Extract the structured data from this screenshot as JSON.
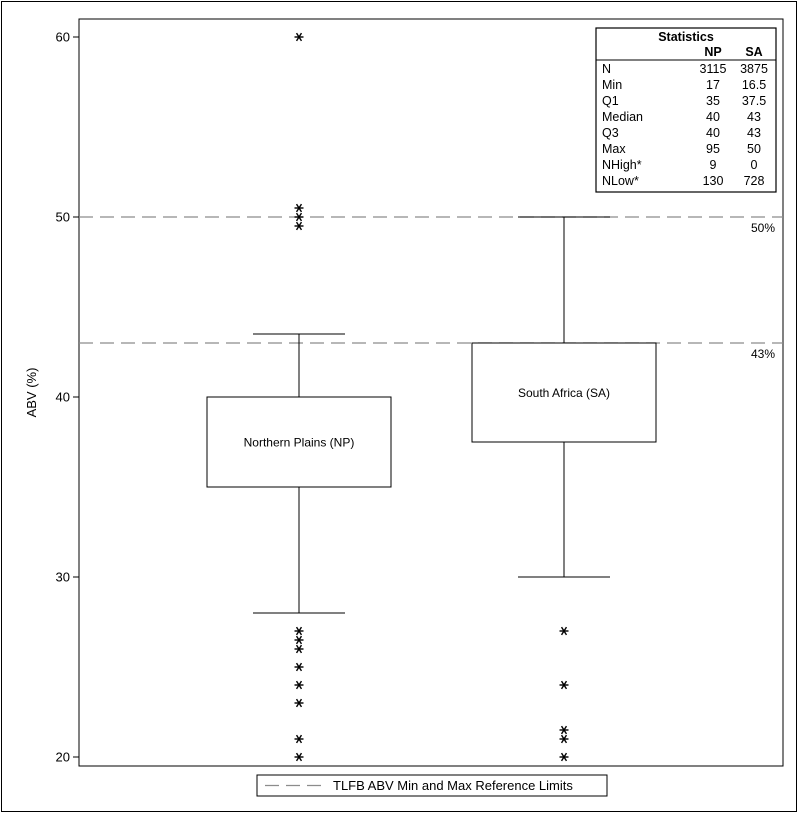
{
  "chart_data": {
    "type": "box",
    "ylabel": "ABV (%)",
    "ylim": [
      19.5,
      61
    ],
    "yticks": [
      20,
      30,
      40,
      50,
      60
    ],
    "grid": false,
    "legend": {
      "placement": "bottom-center",
      "label": "TLFB ABV Min and Max Reference Limits"
    },
    "reference_lines": [
      {
        "value": 50,
        "label": "50%"
      },
      {
        "value": 43,
        "label": "43%"
      }
    ],
    "series": [
      {
        "name": "Northern Plains (NP)",
        "whisker_low": 28,
        "q1": 35,
        "median": 40,
        "q3": 40,
        "whisker_high": 43.5,
        "outliers": [
          60,
          50.5,
          50,
          49.5,
          27,
          26.5,
          26,
          25,
          24,
          23,
          21,
          20
        ]
      },
      {
        "name": "South Africa (SA)",
        "whisker_low": 30,
        "q1": 37.5,
        "median": 43,
        "q3": 43,
        "whisker_high": 50,
        "outliers": [
          27,
          24,
          21.5,
          21,
          20
        ]
      }
    ],
    "stats_table": {
      "title": "Statistics",
      "columns": [
        "",
        "NP",
        "SA"
      ],
      "rows": [
        [
          "N",
          "3115",
          "3875"
        ],
        [
          "Min",
          "17",
          "16.5"
        ],
        [
          "Q1",
          "35",
          "37.5"
        ],
        [
          "Median",
          "40",
          "43"
        ],
        [
          "Q3",
          "40",
          "43"
        ],
        [
          "Max",
          "95",
          "50"
        ],
        [
          "NHigh*",
          "9",
          "0"
        ],
        [
          "NLow*",
          "130",
          "728"
        ]
      ]
    }
  }
}
